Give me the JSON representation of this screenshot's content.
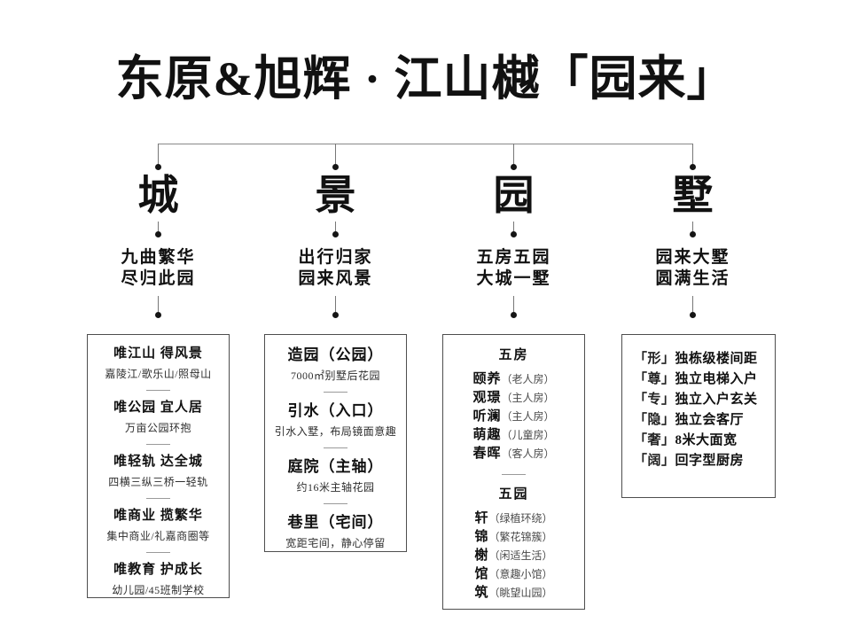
{
  "palette": {
    "background": "#ffffff",
    "ink": "#111111",
    "subtext": "#2e2e2e",
    "note": "#4a4a4a",
    "connector_line": "#888888",
    "box_border": "#4e4e4e",
    "divider": "#9a9a9a"
  },
  "title": "东原&旭辉 · 江山樾「园来」",
  "columns": [
    {
      "key": "城",
      "subtitle": [
        "九曲繁华",
        "尽归此园"
      ],
      "box": {
        "sections": [
          {
            "heading": "唯江山 得风景",
            "sub": "嘉陵江/歌乐山/照母山"
          },
          {
            "heading": "唯公园 宜人居",
            "sub": "万亩公园环抱"
          },
          {
            "heading": "唯轻轨 达全城",
            "sub": "四横三纵三桥一轻轨"
          },
          {
            "heading": "唯商业 揽繁华",
            "sub": "集中商业/礼嘉商圈等"
          },
          {
            "heading": "唯教育 护成长",
            "sub": "幼儿园/45班制学校"
          }
        ]
      }
    },
    {
      "key": "景",
      "subtitle": [
        "出行归家",
        "园来风景"
      ],
      "box": {
        "sections": [
          {
            "heading": "造园（公园）",
            "sub": "7000㎡别墅后花园"
          },
          {
            "heading": "引水（入口）",
            "sub": "引水入墅，布局镜面意趣"
          },
          {
            "heading": "庭院（主轴）",
            "sub": "约16米主轴花园"
          },
          {
            "heading": "巷里（宅间）",
            "sub": "宽距宅间，静心停留"
          }
        ]
      }
    },
    {
      "key": "园",
      "subtitle": [
        "五房五园",
        "大城一墅"
      ],
      "box": {
        "groups": [
          {
            "heading": "五房",
            "items": [
              {
                "term": "颐养",
                "note": "（老人房）"
              },
              {
                "term": "观璟",
                "note": "（主人房）"
              },
              {
                "term": "听澜",
                "note": "（主人房）"
              },
              {
                "term": "萌趣",
                "note": "（儿童房）"
              },
              {
                "term": "春晖",
                "note": "（客人房）"
              }
            ]
          },
          {
            "heading": "五园",
            "items": [
              {
                "term": "轩",
                "note": "（绿植环绕）"
              },
              {
                "term": "锦",
                "note": "（繁花锦簇）"
              },
              {
                "term": "榭",
                "note": "（闲适生活）"
              },
              {
                "term": "馆",
                "note": "（意趣小馆）"
              },
              {
                "term": "筑",
                "note": "（眺望山园）"
              }
            ]
          }
        ]
      }
    },
    {
      "key": "墅",
      "subtitle": [
        "园来大墅",
        "圆满生活"
      ],
      "box": {
        "items": [
          {
            "tag": "「形」",
            "text": "独栋级楼间距"
          },
          {
            "tag": "「尊」",
            "text": "独立电梯入户"
          },
          {
            "tag": "「专」",
            "text": "独立入户玄关"
          },
          {
            "tag": "「隐」",
            "text": "独立会客厅"
          },
          {
            "tag": "「奢」",
            "text": "8米大面宽"
          },
          {
            "tag": "「阔」",
            "text": "回字型厨房"
          }
        ]
      }
    }
  ]
}
